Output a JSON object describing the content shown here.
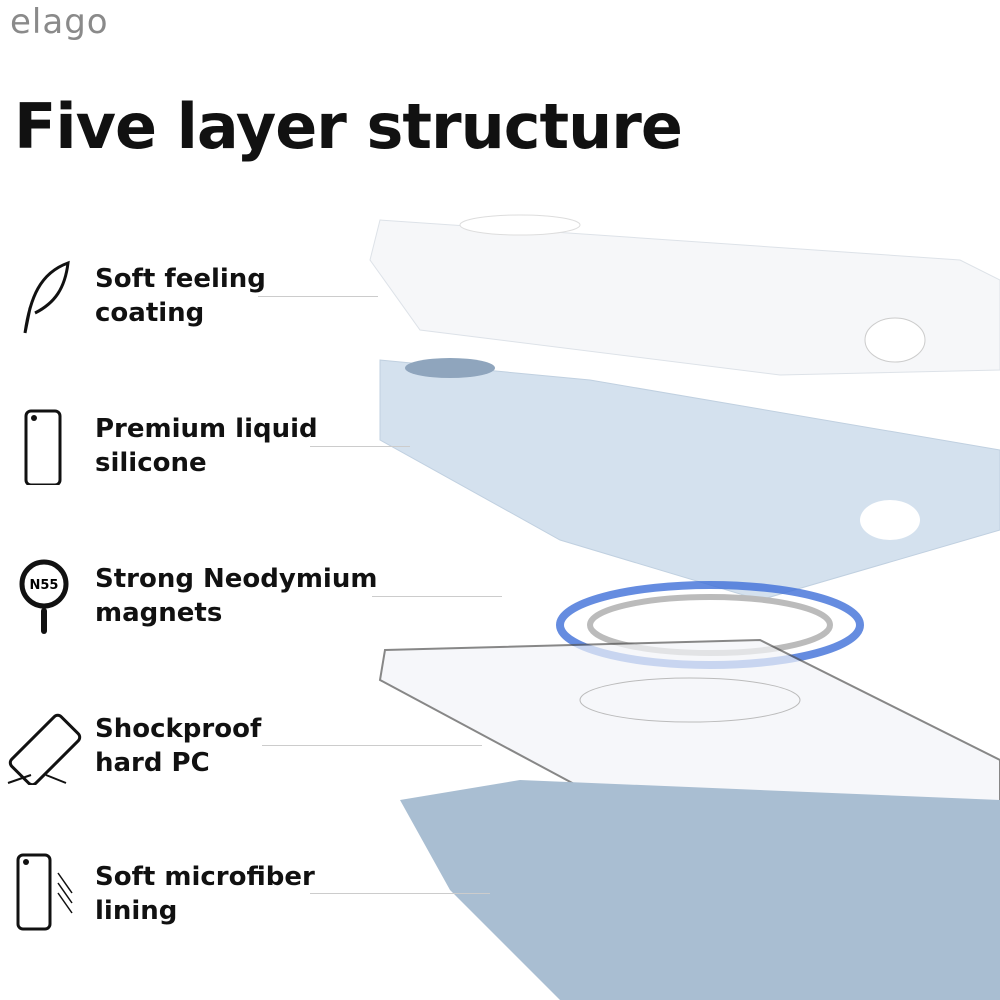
{
  "brand": {
    "logo": "elago"
  },
  "headline": "Five layer structure",
  "features": [
    {
      "line1": "Soft feeling",
      "line2": "coating",
      "icon": "feather-icon"
    },
    {
      "line1": "Premium liquid",
      "line2": "silicone",
      "icon": "phone-protection-icon"
    },
    {
      "line1": "Strong Neodymium",
      "line2": "magnets",
      "icon": "magnet-icon",
      "icon_text": "N55"
    },
    {
      "line1": "Shockproof",
      "line2": "hard PC",
      "icon": "shock-phone-icon"
    },
    {
      "line1": "Soft microfiber",
      "line2": "lining",
      "icon": "microfiber-phone-icon"
    }
  ],
  "colors": {
    "silicone": "#d4e1ee",
    "lining": "#a9bed2",
    "magnet_ring": "#3f6fd8"
  }
}
